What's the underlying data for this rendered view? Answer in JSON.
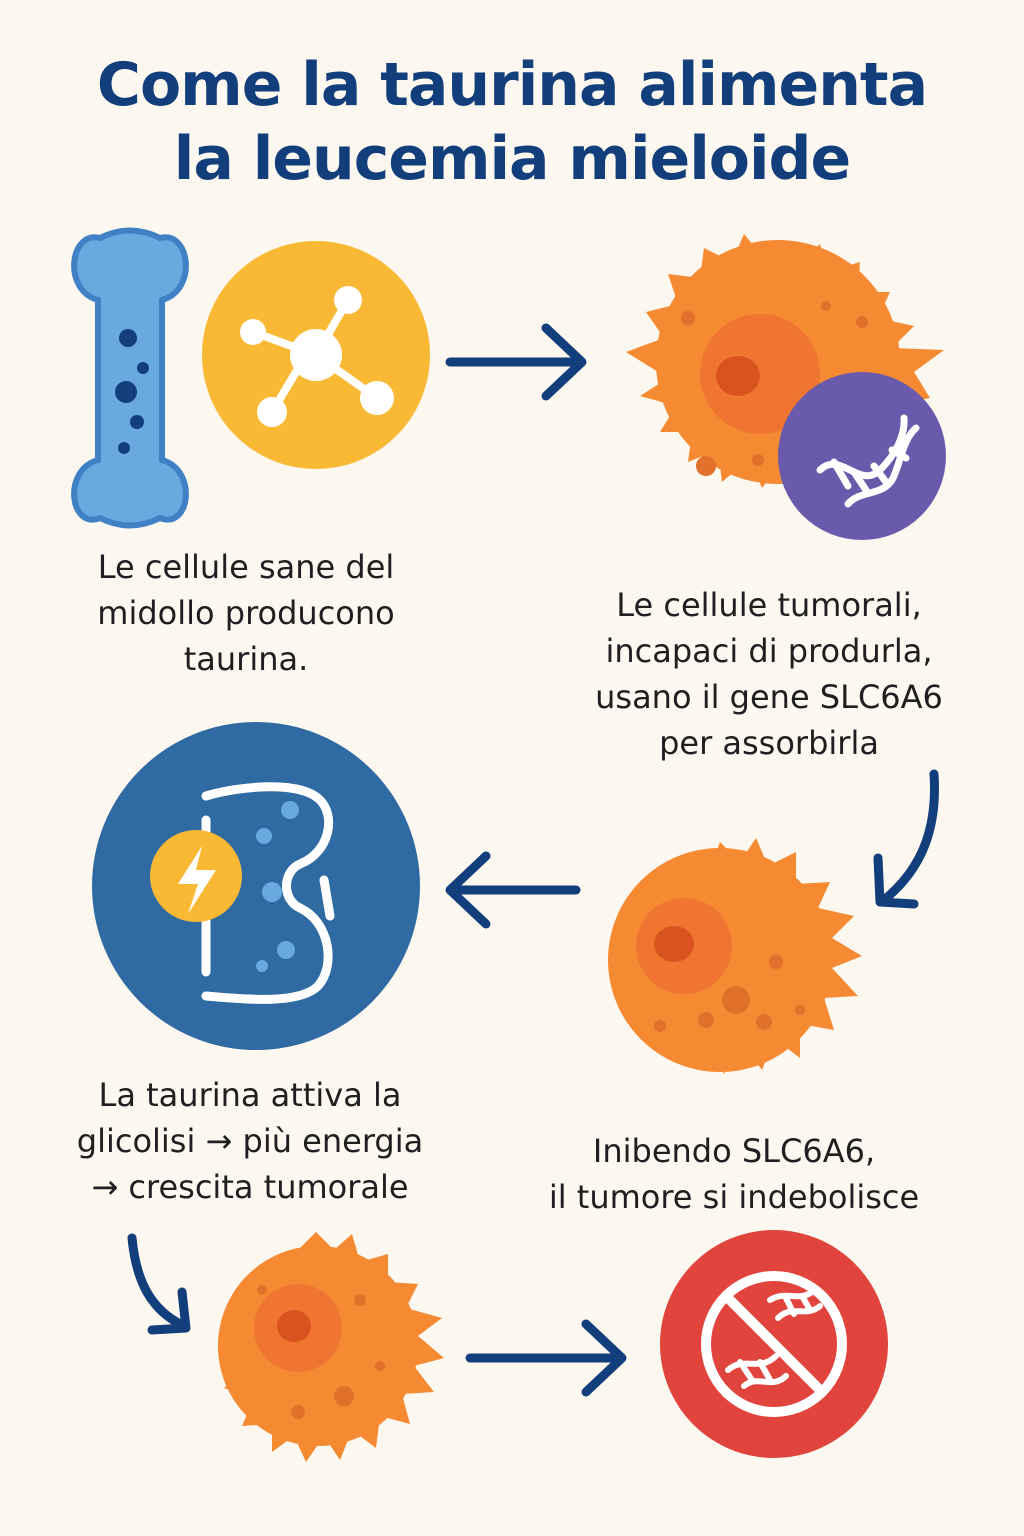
{
  "title": {
    "line1": "Come la taurina alimenta",
    "line2": "la leucemia mieloide"
  },
  "steps": [
    {
      "lines": [
        "Le cellule sane del",
        "midollo producono",
        "taurina."
      ]
    },
    {
      "lines": [
        "Le cellule tumorali,",
        "incapaci di produrla,",
        "usano il gene SLC6A6",
        "per assorbirla"
      ]
    },
    {
      "lines": [
        "La taurina attiva la",
        "glicolisi → più energia",
        "→ crescita tumorale"
      ]
    },
    {
      "lines": [
        "Inibendo SLC6A6,",
        "il tumore si indebolisce"
      ]
    }
  ],
  "icons": {
    "bone": "bone-icon",
    "molecule": "taurine-molecule-icon",
    "cancer_cell": "cancer-cell-icon",
    "dna": "dna-icon",
    "mitochondrion": "mitochondrion-icon",
    "energy": "lightning-bolt-icon",
    "blocked_dna": "blocked-dna-icon"
  },
  "colors": {
    "background": "#fcf8f0",
    "title": "#123e7c",
    "arrow": "#123e7c",
    "bone": "#6aa8e0",
    "molecule_circle": "#f9b934",
    "cell": "#f58a33",
    "cell_nucleus": "#d9531e",
    "dna_circle": "#6a5aac",
    "mitochondrion_circle": "#2f6aa3",
    "inhibit_circle": "#e1443c"
  }
}
